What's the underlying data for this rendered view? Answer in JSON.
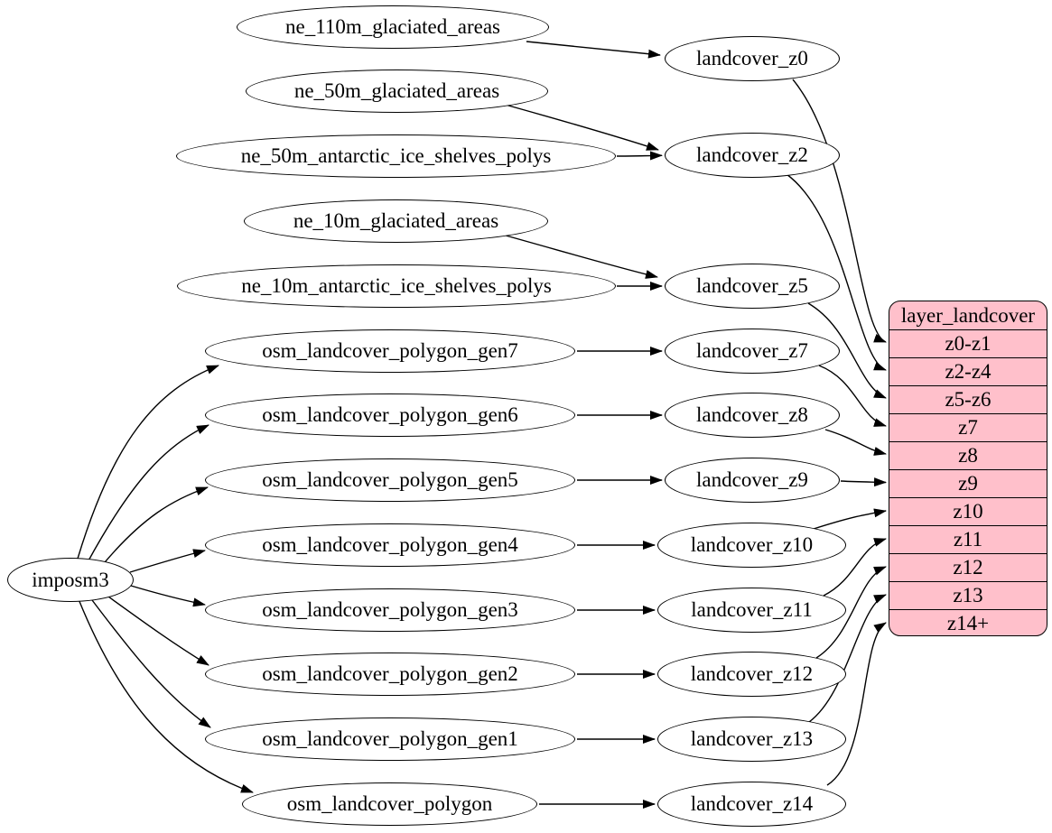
{
  "diagram": {
    "kind": "graphviz-dependency-graph",
    "colors": {
      "table_fill": "#ffc0cb",
      "node_fill": "#ffffff",
      "stroke": "#000000"
    }
  },
  "nodes": {
    "imposm3": "imposm3",
    "ne_110m_glaciated_areas": "ne_110m_glaciated_areas",
    "ne_50m_glaciated_areas": "ne_50m_glaciated_areas",
    "ne_50m_antarctic_ice_shelves_polys": "ne_50m_antarctic_ice_shelves_polys",
    "ne_10m_glaciated_areas": "ne_10m_glaciated_areas",
    "ne_10m_antarctic_ice_shelves_polys": "ne_10m_antarctic_ice_shelves_polys",
    "osm_landcover_polygon_gen7": "osm_landcover_polygon_gen7",
    "osm_landcover_polygon_gen6": "osm_landcover_polygon_gen6",
    "osm_landcover_polygon_gen5": "osm_landcover_polygon_gen5",
    "osm_landcover_polygon_gen4": "osm_landcover_polygon_gen4",
    "osm_landcover_polygon_gen3": "osm_landcover_polygon_gen3",
    "osm_landcover_polygon_gen2": "osm_landcover_polygon_gen2",
    "osm_landcover_polygon_gen1": "osm_landcover_polygon_gen1",
    "osm_landcover_polygon": "osm_landcover_polygon",
    "landcover_z0": "landcover_z0",
    "landcover_z2": "landcover_z2",
    "landcover_z5": "landcover_z5",
    "landcover_z7": "landcover_z7",
    "landcover_z8": "landcover_z8",
    "landcover_z9": "landcover_z9",
    "landcover_z10": "landcover_z10",
    "landcover_z11": "landcover_z11",
    "landcover_z12": "landcover_z12",
    "landcover_z13": "landcover_z13",
    "landcover_z14": "landcover_z14"
  },
  "table": {
    "header": "layer_landcover",
    "rows": [
      "z0-z1",
      "z2-z4",
      "z5-z6",
      "z7",
      "z8",
      "z9",
      "z10",
      "z11",
      "z12",
      "z13",
      "z14+"
    ]
  },
  "edges": [
    {
      "from": "ne_110m_glaciated_areas",
      "to": "landcover_z0"
    },
    {
      "from": "ne_50m_glaciated_areas",
      "to": "landcover_z2"
    },
    {
      "from": "ne_50m_antarctic_ice_shelves_polys",
      "to": "landcover_z2"
    },
    {
      "from": "ne_10m_glaciated_areas",
      "to": "landcover_z5"
    },
    {
      "from": "ne_10m_antarctic_ice_shelves_polys",
      "to": "landcover_z5"
    },
    {
      "from": "osm_landcover_polygon_gen7",
      "to": "landcover_z7"
    },
    {
      "from": "osm_landcover_polygon_gen6",
      "to": "landcover_z8"
    },
    {
      "from": "osm_landcover_polygon_gen5",
      "to": "landcover_z9"
    },
    {
      "from": "osm_landcover_polygon_gen4",
      "to": "landcover_z10"
    },
    {
      "from": "osm_landcover_polygon_gen3",
      "to": "landcover_z11"
    },
    {
      "from": "osm_landcover_polygon_gen2",
      "to": "landcover_z12"
    },
    {
      "from": "osm_landcover_polygon_gen1",
      "to": "landcover_z13"
    },
    {
      "from": "osm_landcover_polygon",
      "to": "landcover_z14"
    },
    {
      "from": "imposm3",
      "to": "osm_landcover_polygon_gen7"
    },
    {
      "from": "imposm3",
      "to": "osm_landcover_polygon_gen6"
    },
    {
      "from": "imposm3",
      "to": "osm_landcover_polygon_gen5"
    },
    {
      "from": "imposm3",
      "to": "osm_landcover_polygon_gen4"
    },
    {
      "from": "imposm3",
      "to": "osm_landcover_polygon_gen3"
    },
    {
      "from": "imposm3",
      "to": "osm_landcover_polygon_gen2"
    },
    {
      "from": "imposm3",
      "to": "osm_landcover_polygon_gen1"
    },
    {
      "from": "imposm3",
      "to": "osm_landcover_polygon"
    },
    {
      "from": "landcover_z0",
      "to": "layer_landcover:z0-z1"
    },
    {
      "from": "landcover_z2",
      "to": "layer_landcover:z2-z4"
    },
    {
      "from": "landcover_z5",
      "to": "layer_landcover:z5-z6"
    },
    {
      "from": "landcover_z7",
      "to": "layer_landcover:z7"
    },
    {
      "from": "landcover_z8",
      "to": "layer_landcover:z8"
    },
    {
      "from": "landcover_z9",
      "to": "layer_landcover:z9"
    },
    {
      "from": "landcover_z10",
      "to": "layer_landcover:z10"
    },
    {
      "from": "landcover_z11",
      "to": "layer_landcover:z11"
    },
    {
      "from": "landcover_z12",
      "to": "layer_landcover:z12"
    },
    {
      "from": "landcover_z13",
      "to": "layer_landcover:z13"
    },
    {
      "from": "landcover_z14",
      "to": "layer_landcover:z14+"
    }
  ]
}
